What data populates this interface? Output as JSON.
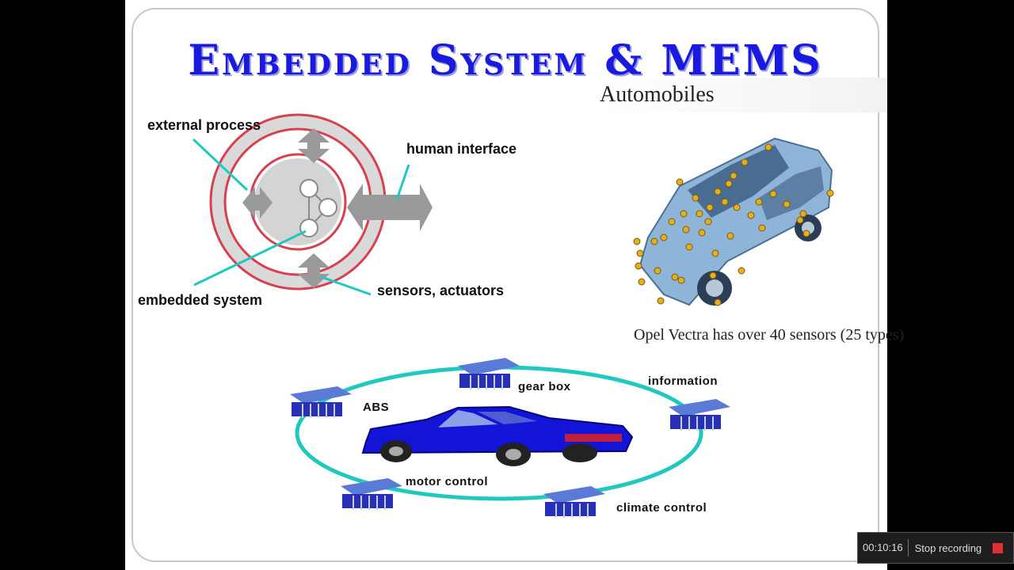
{
  "slide": {
    "title": "Embedded System & MEMS",
    "automobiles_heading": "Automobiles",
    "sensors_caption": "Opel Vectra has over 40 sensors (25 types)"
  },
  "diagram": {
    "external_process": "external process",
    "human_interface": "human interface",
    "embedded_system": "embedded system",
    "sensors_actuators": "sensors, actuators"
  },
  "network": {
    "gear_box": "gear box",
    "information": "information",
    "abs": "ABS",
    "motor_control": "motor control",
    "climate_control": "climate control"
  },
  "recorder": {
    "elapsed": "00:10:16",
    "stop_label": "Stop recording"
  },
  "colors": {
    "title": "#1a1adf",
    "ring_red": "#d84050",
    "network_ring": "#20c8c0",
    "car_blue": "#1414d8",
    "stop_red": "#e03030"
  }
}
